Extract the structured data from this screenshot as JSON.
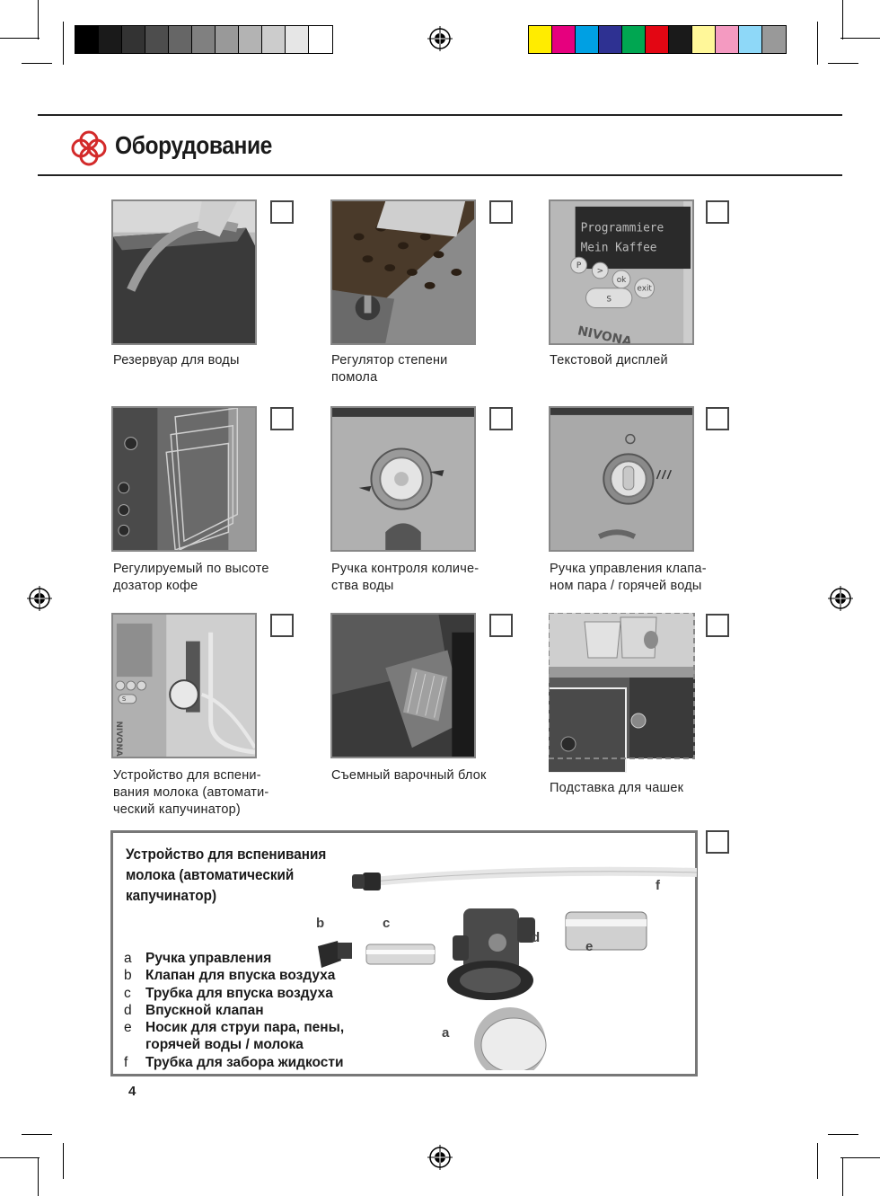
{
  "header": {
    "title": "Оборудование"
  },
  "figures": [
    {
      "caption": [
        "Резервуар для воды"
      ]
    },
    {
      "caption": [
        "Регулятор степени",
        "помола"
      ]
    },
    {
      "caption": [
        "Текстовой дисплей"
      ],
      "display_lines": [
        "Programmiere",
        "Mein Kaffee"
      ],
      "buttons": [
        "P",
        ">",
        "ok",
        "exit",
        "S"
      ],
      "brand": "NIVONA"
    },
    {
      "caption": [
        "Регулируемый по высоте",
        "дозатор кофе"
      ]
    },
    {
      "caption": [
        "Ручка контроля количе-",
        "ства воды"
      ]
    },
    {
      "caption": [
        "Ручка управления клапа-",
        "ном пара / горячей воды"
      ]
    },
    {
      "caption": [
        "Устройство для вспени-",
        "вания молока (автомати-",
        "ческий капучинатор)"
      ],
      "brand": "NIVONA",
      "button": "S"
    },
    {
      "caption": [
        "Съемный варочный блок"
      ]
    },
    {
      "caption": [
        "Подставка для чашек"
      ]
    }
  ],
  "parts_box": {
    "title": [
      "Устройство для вспенивания",
      "молока (автоматический",
      "капучинатор)"
    ],
    "labels": {
      "a": "a",
      "b": "b",
      "c": "c",
      "d": "d",
      "e": "e",
      "f": "f"
    },
    "legend": [
      {
        "key": "a",
        "text": [
          "Ручка управления"
        ]
      },
      {
        "key": "b",
        "text": [
          "Клапан для впуска воздуха"
        ]
      },
      {
        "key": "c",
        "text": [
          "Трубка для впуска воздуха"
        ]
      },
      {
        "key": "d",
        "text": [
          "Впускной клапан"
        ]
      },
      {
        "key": "e",
        "text": [
          "Носик для струи пара, пены,",
          "горячей воды / молока"
        ]
      },
      {
        "key": "f",
        "text": [
          "Трубка для забора жидкости"
        ]
      }
    ]
  },
  "page_number": "4",
  "colors": {
    "logo_red": "#d32a2a",
    "gray_swatches": [
      "#000000",
      "#1a1a1a",
      "#333333",
      "#4d4d4d",
      "#666666",
      "#808080",
      "#999999",
      "#b3b3b3",
      "#cccccc",
      "#e6e6e6",
      "#ffffff"
    ],
    "color_swatches": [
      "#ffec00",
      "#e6007e",
      "#00a0e3",
      "#2e3192",
      "#00a651",
      "#e30613",
      "#1a1a1a",
      "#fff799",
      "#f49ac1",
      "#8ed8f8",
      "#999999"
    ]
  },
  "icons": [
    "registration-mark-icon",
    "flower-logo-icon"
  ]
}
